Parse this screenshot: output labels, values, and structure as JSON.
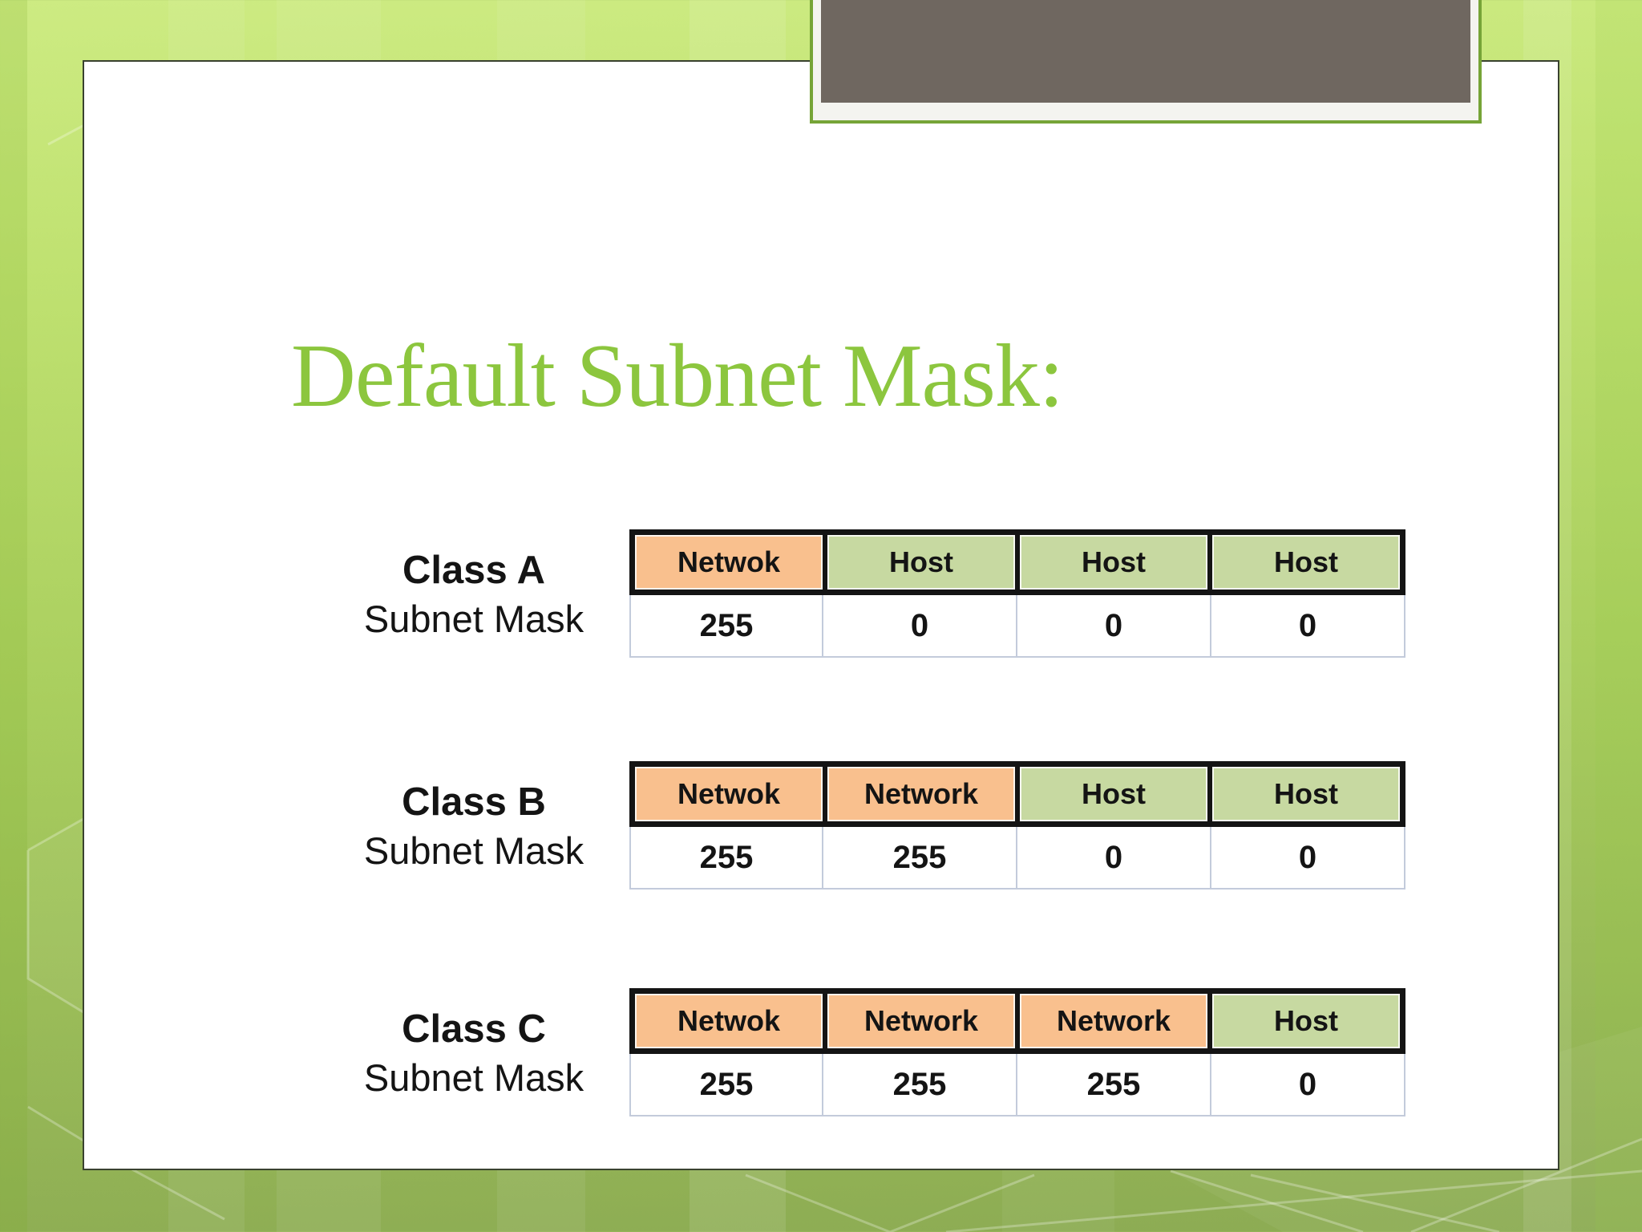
{
  "title": {
    "text": "Default Subnet Mask:"
  },
  "colors": {
    "title_green": "#8cc63e",
    "network_cell_orange": "#f9c08e",
    "host_cell_green": "#c7d9a1",
    "placeholder_gray": "#6f6760",
    "frame_border_green": "#76a437",
    "background_green_top": "#cdeb82",
    "background_green_mid": "#a9ce5e",
    "background_green_bottom": "#8cab53"
  },
  "tables": [
    {
      "class_label": "Class A",
      "subtitle": "Subnet Mask",
      "cells": [
        {
          "label": "Netwok",
          "type": "network",
          "value": "255"
        },
        {
          "label": "Host",
          "type": "host",
          "value": "0"
        },
        {
          "label": "Host",
          "type": "host",
          "value": "0"
        },
        {
          "label": "Host",
          "type": "host",
          "value": "0"
        }
      ]
    },
    {
      "class_label": "Class B",
      "subtitle": "Subnet Mask",
      "cells": [
        {
          "label": "Netwok",
          "type": "network",
          "value": "255"
        },
        {
          "label": "Network",
          "type": "network",
          "value": "255"
        },
        {
          "label": "Host",
          "type": "host",
          "value": "0"
        },
        {
          "label": "Host",
          "type": "host",
          "value": "0"
        }
      ]
    },
    {
      "class_label": "Class C",
      "subtitle": "Subnet Mask",
      "cells": [
        {
          "label": "Netwok",
          "type": "network",
          "value": "255"
        },
        {
          "label": "Network",
          "type": "network",
          "value": "255"
        },
        {
          "label": "Network",
          "type": "network",
          "value": "255"
        },
        {
          "label": "Host",
          "type": "host",
          "value": "0"
        }
      ]
    }
  ]
}
